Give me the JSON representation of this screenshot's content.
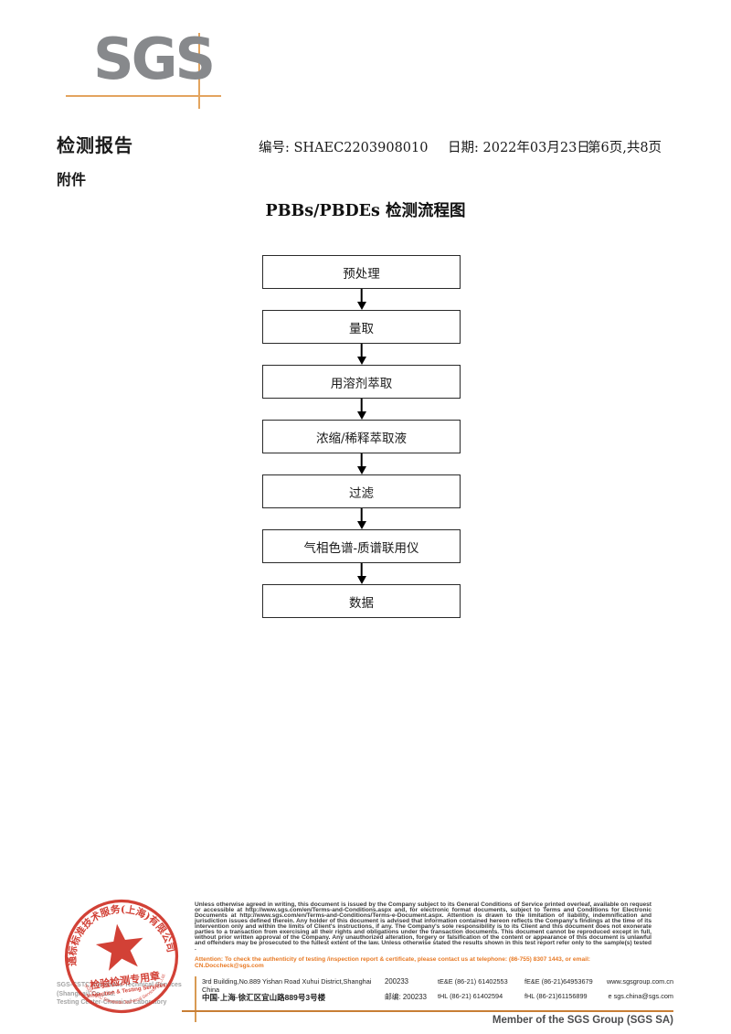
{
  "colors": {
    "logo_gray": "#87898c",
    "accent_orange": "#e3a45f",
    "attention_orange": "#e87a25",
    "stamp_red": "#cf3126"
  },
  "logo": {
    "text": "SGS"
  },
  "header": {
    "report_title": "检测报告",
    "report_no": "编号: SHAEC2203908010",
    "date": "日期: 2022年03月23日",
    "page_info": "第6页,共8页",
    "attachment_label": "附件"
  },
  "flowchart": {
    "title": "PBBs/PBDEs 检测流程图",
    "steps": [
      "预处理",
      "量取",
      "用溶剂萃取",
      "浓缩/稀释萃取液",
      "过滤",
      "气相色谱-质谱联用仪",
      "数据"
    ]
  },
  "stamp": {
    "arc_top": "通标标准技术服务(上海)有限公司",
    "arc_bottom": "SGS-CSTC Standards Technical Services Co.,Ltd.",
    "center_cn": "检验检测专用章",
    "center_en": "Inspection & Testing Services"
  },
  "footer": {
    "company_line1": "SGS-CSTC Standards Technical Services (Shanghai) Co.,Ltd.",
    "company_line2": "Testing Center-Chemical Laboratory",
    "legal_text": "Unless otherwise agreed in writing, this document is issued by the Company subject to its General Conditions of Service printed overleaf, available on request or accessible at http://www.sgs.com/en/Terms-and-Conditions.aspx and, for electronic format documents, subject to Terms and Conditions for Electronic Documents at http://www.sgs.com/en/Terms-and-Conditions/Terms-e-Document.aspx. Attention is drawn to the limitation of liability, indemnification and jurisdiction issues defined therein. Any holder of this document is advised that information contained hereon reflects the Company's findings at the time of its intervention only and within the limits of Client's instructions, if any. The Company's sole responsibility is to its Client and this document does not exonerate parties to a transaction from exercising all their rights and obligations under the transaction documents. This document cannot be reproduced except in full, without prior written approval of the Company. Any unauthorized alteration, forgery or falsification of the content or appearance of this document is unlawful and offenders may be prosecuted to the fullest extent of the law. Unless otherwise stated the results shown in this test report refer only to the sample(s) tested .",
    "attention_text": "Attention: To check the authenticity of testing /inspection report & certificate, please contact us at telephone: (86-755) 8307 1443, or email: CN.Doccheck@sgs.com",
    "address_en": {
      "addr": "3rd Building,No.889 Yishan Road Xuhui District,Shanghai China",
      "postcode": "200233",
      "tel": "tE&E (86-21) 61402553",
      "fax": "fE&E (86-21)64953679",
      "web": "www.sgsgroup.com.cn"
    },
    "address_cn": {
      "addr": "中国·上海·徐汇区宜山路889号3号楼",
      "postcode": "邮编: 200233",
      "tel": "tHL (86-21) 61402594",
      "fax": "fHL (86-21)61156899",
      "web": "e sgs.china@sgs.com"
    },
    "member_line": "Member of the SGS Group (SGS SA)"
  }
}
